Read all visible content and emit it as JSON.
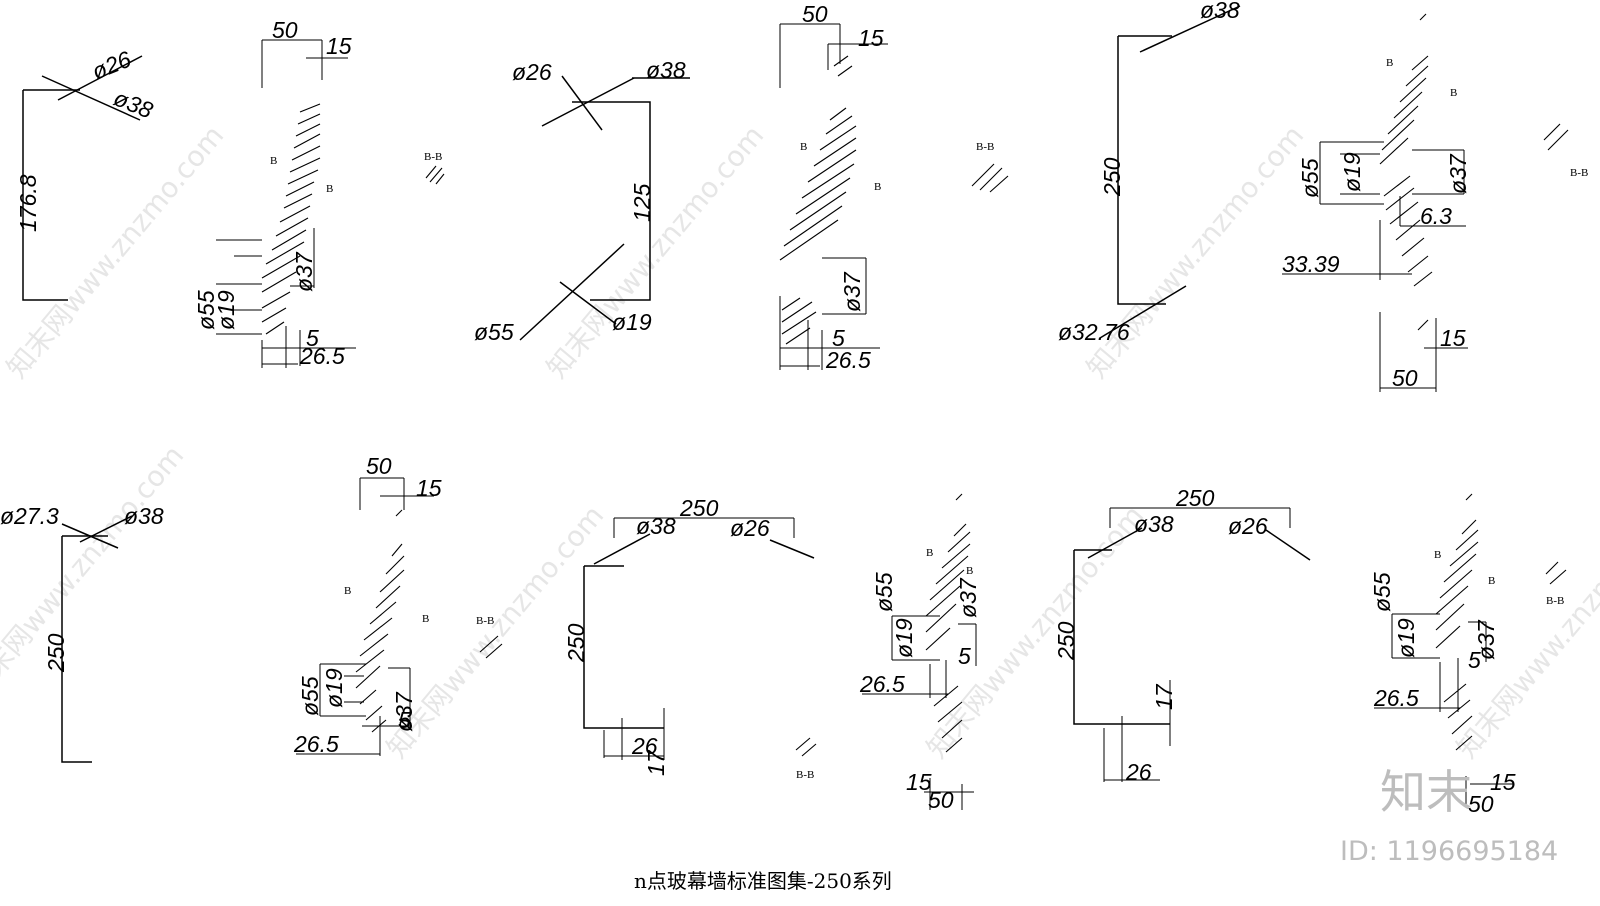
{
  "caption": "n点玻幕墙标准图集-250系列",
  "brand": {
    "name": "知末",
    "id": "ID: 1196695184"
  },
  "watermark": "知末网www.znzmo.com",
  "labels": {
    "sec_bb": "B-B",
    "sec_b": "B",
    "d176_8": "176.8",
    "d250": "250",
    "d125": "125",
    "d50": "50",
    "d15": "15",
    "d5": "5",
    "d26_5": "26.5",
    "d26": "26",
    "d17": "17",
    "d6_3": "6.3",
    "d33_39": "33.39",
    "phi26": "ø26",
    "phi38": "ø38",
    "phi55": "ø55",
    "phi19": "ø19",
    "phi37": "ø37",
    "phi27_3": "ø27.3",
    "phi32_76": "ø32.76"
  }
}
